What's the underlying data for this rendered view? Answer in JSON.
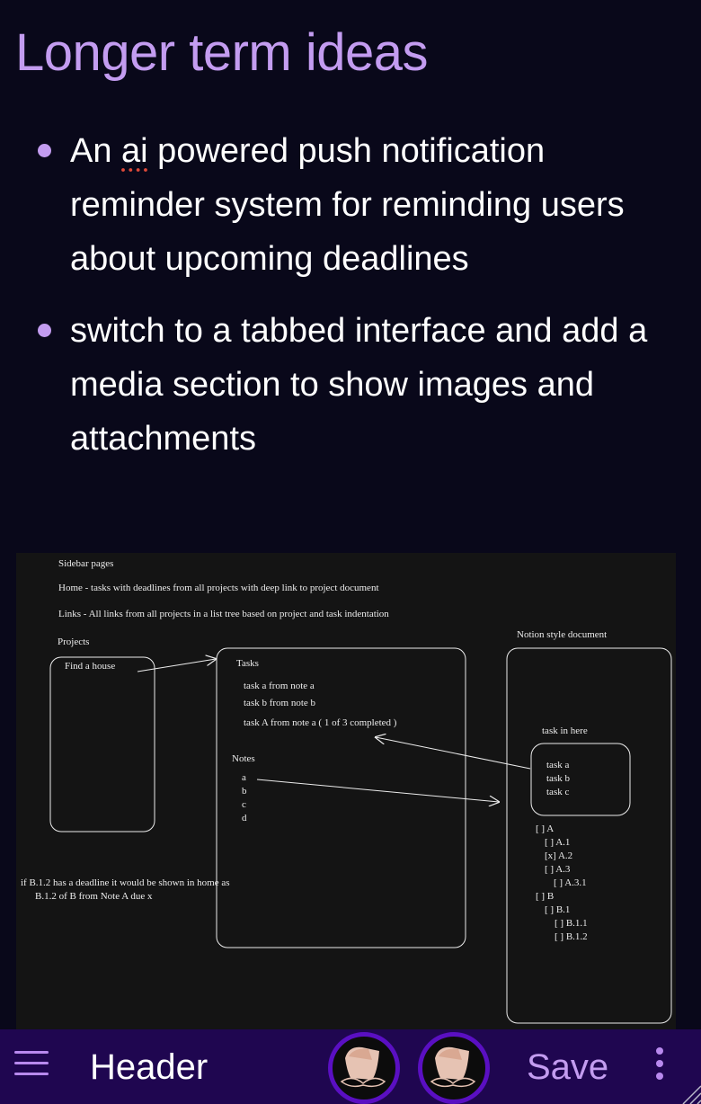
{
  "page": {
    "title": "Longer term ideas",
    "bullets": [
      {
        "before": "An ",
        "flagged_word": "ai",
        "after": " powered push notification reminder system for reminding users about upcoming deadlines"
      },
      {
        "text": "switch to a tabbed interface and add a media section to show images and attachments"
      }
    ]
  },
  "sketch": {
    "sidebar_pages": "Sidebar pages",
    "home_line": "Home - tasks with deadlines from all projects with deep link to project document",
    "links_line": "Links - All links from all projects in a list tree based on project and task indentation",
    "projects_label": "Projects",
    "project_item": "Find a house",
    "tasks_label": "Tasks",
    "tasks": [
      "task a from note a",
      "task b from note b",
      "task A from note a ( 1 of 3 completed )"
    ],
    "notes_label": "Notes",
    "notes": [
      "a",
      "b",
      "c",
      "d"
    ],
    "notion_label": "Notion style document",
    "task_in_here": "task in here",
    "inner_tasks": [
      "task a",
      "task b",
      "task c"
    ],
    "checklist": [
      "[ ] A",
      "[ ] A.1",
      "[x] A.2",
      "[ ] A.3",
      "[ ] A.3.1",
      "[ ] B",
      "[ ] B.1",
      "[ ] B.1.1",
      "[ ] B.1.2"
    ],
    "deadline_note_1": "if B.1.2 has a deadline it would be shown in home as",
    "deadline_note_2": "B.1.2 of B from Note A due x"
  },
  "bottombar": {
    "menu_icon": "hamburger-menu-icon",
    "header_label": "Header",
    "avatar_icon": "mustache-avatar-icon",
    "save_label": "Save",
    "more_icon": "vertical-dots-icon",
    "resize_icon": "resize-grip-icon"
  },
  "colors": {
    "background": "#09081a",
    "title": "#c39cf0",
    "bullet": "#c39cf0",
    "bottombar": "#1f0650",
    "avatar_ring": "#5a0fc2",
    "canvas": "#141414",
    "spellcheck": "#e04a3a"
  }
}
